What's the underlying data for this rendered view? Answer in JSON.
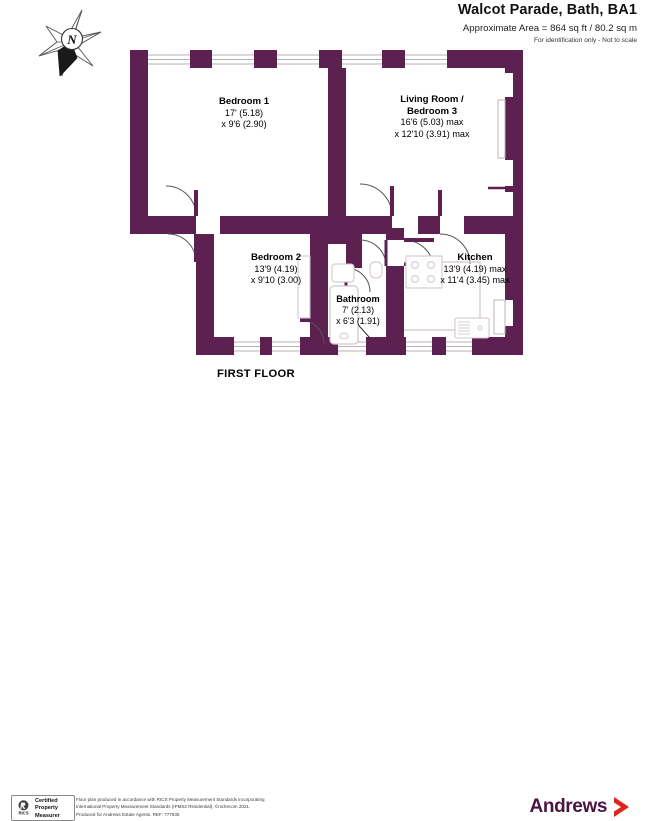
{
  "header": {
    "address": "Walcot Parade, Bath, BA1",
    "area": "Approximate Area = 864 sq ft / 80.2 sq m",
    "identification": "For identification only - Not to scale"
  },
  "compass": {
    "label": "N",
    "icon": "compass-rose-icon"
  },
  "plan": {
    "floor_label": "FIRST FLOOR",
    "wall_color": "#5c2150",
    "fixture_color": "#d9cdd6",
    "rooms": [
      {
        "id": "bedroom-1",
        "name": "Bedroom 1",
        "dim_1": "17' (5.18)",
        "dim_2": "x 9'6 (2.90)"
      },
      {
        "id": "living-room-bedroom-3",
        "name_line_1": "Living Room /",
        "name_line_2": "Bedroom 3",
        "dim_1": "16'6 (5.03) max",
        "dim_2": "x 12'10 (3.91) max"
      },
      {
        "id": "bedroom-2",
        "name": "Bedroom 2",
        "dim_1": "13'9 (4.19)",
        "dim_2": "x 9'10 (3.00)"
      },
      {
        "id": "kitchen",
        "name": "Kitchen",
        "dim_1": "13'9 (4.19) max",
        "dim_2": "x 11'4 (3.45) max"
      },
      {
        "id": "bathroom",
        "name": "Bathroom",
        "dim_1": "7' (2.13)",
        "dim_2": "x 6'3 (1.91)"
      }
    ]
  },
  "footer": {
    "rics": {
      "mark": "RICS",
      "line_1": "Certified",
      "line_2": "Property",
      "line_3": "Measurer"
    },
    "disclaimer_line_1": "Floor plan produced in accordance with RICS Property Measurement Standards incorporating",
    "disclaimer_line_2": "International Property Measurement Standards (IPMS2 Residential).   ©nichecom 2021.",
    "disclaimer_line_3": "Produced for Andrews Estate Agents.   REF:   777935",
    "brand": {
      "name": "Andrews",
      "accent_color": "#e2231a",
      "text_color": "#4a1442"
    }
  }
}
